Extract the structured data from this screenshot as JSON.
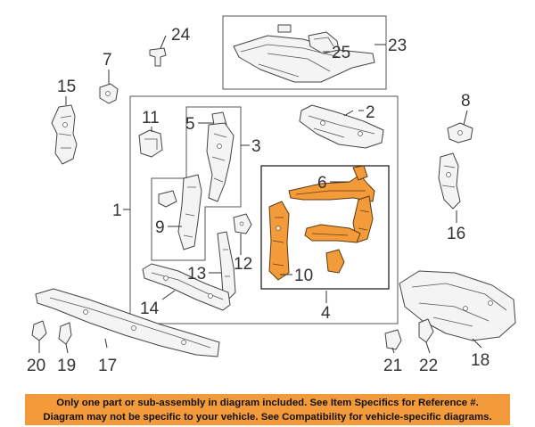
{
  "callouts": {
    "c1": "1",
    "c2": "2",
    "c3": "3",
    "c4": "4",
    "c5": "5",
    "c6": "6",
    "c7": "7",
    "c8": "8",
    "c9": "9",
    "c10": "10",
    "c11": "11",
    "c12": "12",
    "c13": "13",
    "c14": "14",
    "c15": "15",
    "c16": "16",
    "c17": "17",
    "c18": "18",
    "c19": "19",
    "c20": "20",
    "c21": "21",
    "c22": "22",
    "c23": "23",
    "c24": "24",
    "c25": "25"
  },
  "colors": {
    "highlight_part": "#f39a3a",
    "notice_background": "#f39a3a",
    "part_outline": "#444444"
  },
  "notice": {
    "line1": "Only one part or sub-assembly in diagram included. See Item Specifics for Reference #.",
    "line2": "Diagram may not be specific to your vehicle. See Compatibility for vehicle-specific diagrams."
  }
}
